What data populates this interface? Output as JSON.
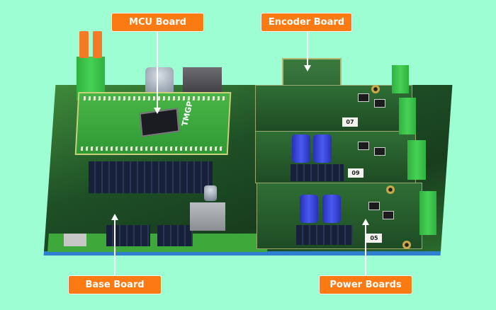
{
  "image": {
    "description": "Photograph of a motor-control evaluation kit PCB stack with callout labels",
    "background_color": "#9dfdd3",
    "label_color": "#fc7a12",
    "label_text_color": "#ffffff",
    "leader_color": "#ffffff"
  },
  "labels": {
    "mcu_board": "MCU Board",
    "encoder_board": "Encoder Board",
    "base_board": "Base Board",
    "power_boards": "Power Boards"
  },
  "board_markings": {
    "mcu_silkscreen": "TMGP",
    "power_board_tags": [
      "07",
      "09",
      "05"
    ]
  }
}
